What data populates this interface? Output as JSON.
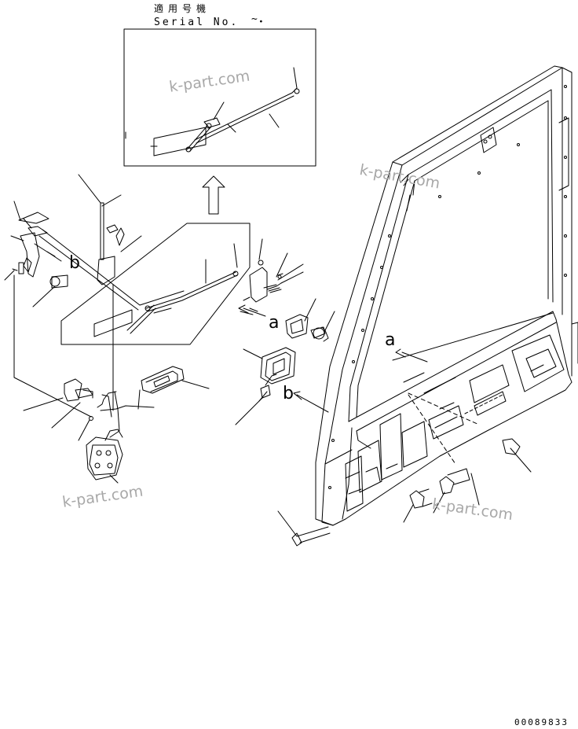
{
  "header": {
    "applicability": "適用号機",
    "serial_label": "Serial No.  ・  ",
    "serial_tilde": "~"
  },
  "callouts": {
    "a": "a",
    "b": "b"
  },
  "watermark": "k-part.com",
  "drawing_number": "00089833"
}
